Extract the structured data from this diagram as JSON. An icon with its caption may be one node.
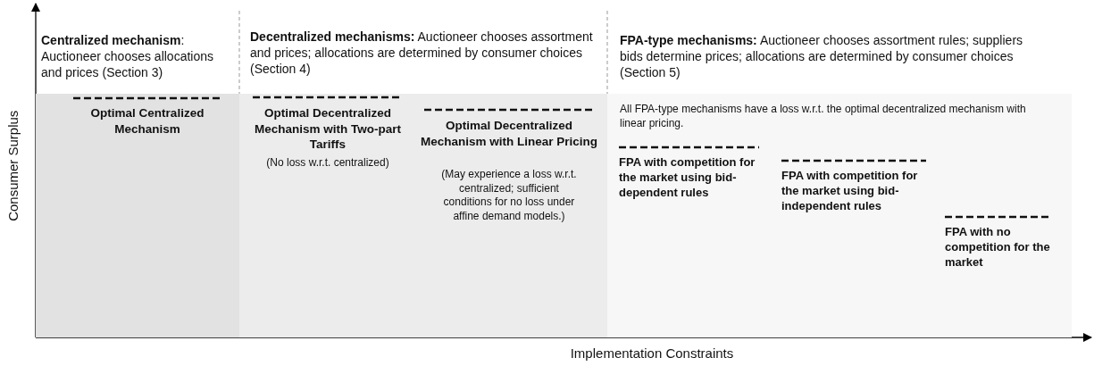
{
  "diagram": {
    "nodes": [
      {
        "text": [
          "**Centralized mechanism**: Auctioneer chooses allocations and prices (Section 3)"
        ]
      },
      {
        "text": [
          "**Decentralized mechanisms:** Auctioneer chooses assortment and prices;  allocations are determined by consumer choices (Section 4)"
        ]
      },
      {
        "text": [
          "**FPA-type mechanisms:** Auctioneer chooses assortment rules; suppliers bids determine prices; allocations are determined by consumer choices (Section 5)",
          "All FPA-type mechanisms have a loss w.r.t. the optimal decentralized mechanism with linear pricing."
        ]
      }
    ],
    "edges": [],
    "labels": [
      "Optimal Centralized Mechanism",
      "Optimal Decentralized Mechanism with Two-part Tariffs",
      "(No loss w.r.t. centralized)",
      "Optimal Decentralized Mechanism with Linear Pricing",
      "(May experience a loss w.r.t. centralized; sufficient conditions for no loss under affine demand models.)",
      "FPA with competition for the market using bid-dependent rules",
      "FPA with competition for the market using bid-independent rules",
      "FPA with no competition for the market",
      "Consumer Surplus",
      "Implementation Constraints"
    ]
  }
}
